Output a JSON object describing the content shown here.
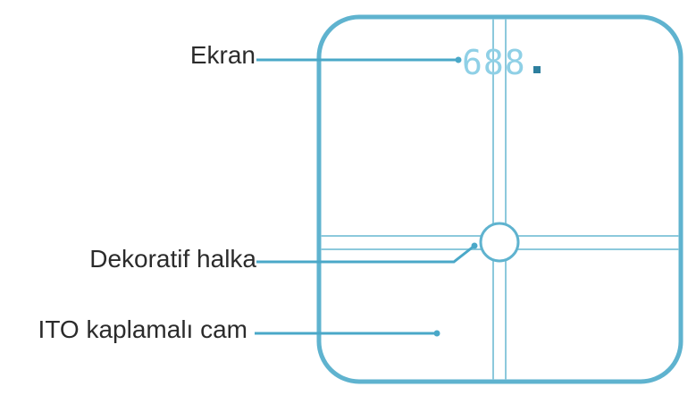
{
  "labels": {
    "screen": "Ekran",
    "decorative_ring": "Dekoratif halka",
    "ito_glass": "ITO kaplamalı cam"
  },
  "display_readout": "688",
  "colors": {
    "outline": "#5fb3cf",
    "leader": "#4aa8c8",
    "text": "#2b2b2b",
    "background": "#ffffff"
  }
}
